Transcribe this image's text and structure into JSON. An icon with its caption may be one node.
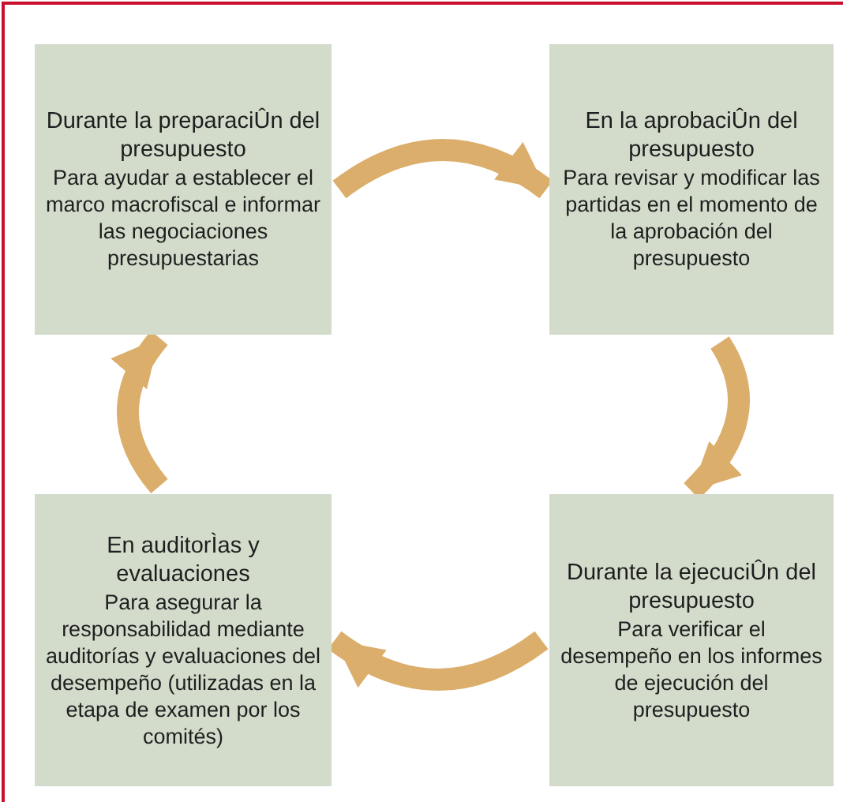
{
  "diagram": {
    "nodes": [
      {
        "text": [
          "Durante la preparaciÛn del presupuesto",
          "Para ayudar a establecer el marco macrofiscal e informar las negociaciones presupuestarias"
        ]
      },
      {
        "text": [
          "En la aprobaciÛn del presupuesto",
          "Para revisar y modificar las partidas en el momento de la aprobación del presupuesto"
        ]
      },
      {
        "text": [
          "En auditorÌas y evaluaciones",
          "Para asegurar la responsabilidad mediante auditorías y evaluaciones del desempeño (utilizadas en la etapa de examen por los comités)"
        ]
      },
      {
        "text": [
          "Durante la ejecuciÛn del presupuesto",
          "Para verificar el desempeño en los informes de ejecución del presupuesto"
        ]
      }
    ],
    "edges": [
      {
        "from": 0,
        "to": 1,
        "arrow": "to"
      },
      {
        "from": 1,
        "to": 3,
        "arrow": "to"
      },
      {
        "from": 3,
        "to": 2,
        "arrow": "to"
      },
      {
        "from": 2,
        "to": 0,
        "arrow": "to"
      }
    ]
  }
}
